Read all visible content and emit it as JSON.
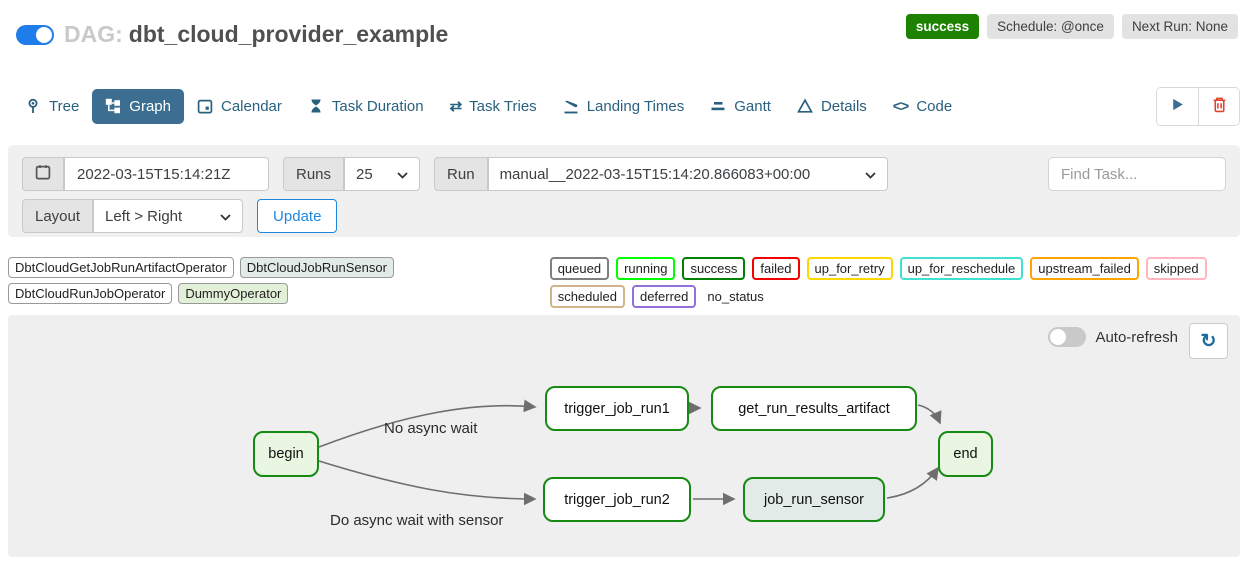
{
  "header": {
    "dag_prefix": "DAG:",
    "dag_name": "dbt_cloud_provider_example",
    "status_badge": "success",
    "status_color": "#1d8102",
    "schedule_badge": "Schedule: @once",
    "next_run_badge": "Next Run: None",
    "dag_toggle_on": true
  },
  "tabs": {
    "items": [
      {
        "label": "Tree"
      },
      {
        "label": "Graph",
        "selected": true
      },
      {
        "label": "Calendar"
      },
      {
        "label": "Task Duration"
      },
      {
        "label": "Task Tries"
      },
      {
        "label": "Landing Times"
      },
      {
        "label": "Gantt"
      },
      {
        "label": "Details"
      },
      {
        "label": "Code"
      }
    ],
    "selected_bg": "#3c6e91"
  },
  "icons": {
    "task_tries_glyph": "⇄",
    "code_glyph": "<>",
    "refresh_glyph": "↻"
  },
  "filters": {
    "base_date": "2022-03-15T15:14:21Z",
    "runs_label": "Runs",
    "runs_value": "25",
    "run_label": "Run",
    "run_value": "manual__2022-03-15T15:14:20.866083+00:00",
    "find_task_placeholder": "Find Task...",
    "layout_label": "Layout",
    "layout_value": "Left > Right",
    "update_label": "Update"
  },
  "legend": {
    "operators": [
      {
        "label": "DbtCloudGetJobRunArtifactOperator",
        "fill": "#ffffff"
      },
      {
        "label": "DbtCloudJobRunSensor",
        "fill": "#e2ebe8"
      },
      {
        "label": "DbtCloudRunJobOperator",
        "fill": "#ffffff"
      },
      {
        "label": "DummyOperator",
        "fill": "#e3f0d8"
      }
    ],
    "statuses": [
      {
        "label": "queued",
        "color": "#808080"
      },
      {
        "label": "running",
        "color": "#00ff00"
      },
      {
        "label": "success",
        "color": "#018101"
      },
      {
        "label": "failed",
        "color": "#f30000"
      },
      {
        "label": "up_for_retry",
        "color": "#ffd700"
      },
      {
        "label": "up_for_reschedule",
        "color": "#40e0d0"
      },
      {
        "label": "upstream_failed",
        "color": "#ffa500"
      },
      {
        "label": "skipped",
        "color": "#ffb6c1"
      },
      {
        "label": "scheduled",
        "color": "#d2b48c"
      },
      {
        "label": "deferred",
        "color": "#9370db"
      },
      {
        "label": "no_status",
        "color": null
      }
    ]
  },
  "graph": {
    "auto_refresh_label": "Auto-refresh",
    "auto_refresh_on": false,
    "node_border_color": "#178a13",
    "nodes": [
      {
        "id": "begin",
        "label": "begin",
        "fill": "#e9f6e1"
      },
      {
        "id": "trigger_job_run1",
        "label": "trigger_job_run1",
        "fill": "#ffffff"
      },
      {
        "id": "get_run_results_artifact",
        "label": "get_run_results_artifact",
        "fill": "#ffffff"
      },
      {
        "id": "trigger_job_run2",
        "label": "trigger_job_run2",
        "fill": "#ffffff"
      },
      {
        "id": "job_run_sensor",
        "label": "job_run_sensor",
        "fill": "#e2ebe8"
      },
      {
        "id": "end",
        "label": "end",
        "fill": "#e9f6e1"
      }
    ],
    "edges": [
      {
        "from": "begin",
        "to": "trigger_job_run1",
        "label": "No async wait"
      },
      {
        "from": "trigger_job_run1",
        "to": "get_run_results_artifact",
        "label": ""
      },
      {
        "from": "get_run_results_artifact",
        "to": "end",
        "label": ""
      },
      {
        "from": "begin",
        "to": "trigger_job_run2",
        "label": "Do async wait with sensor"
      },
      {
        "from": "trigger_job_run2",
        "to": "job_run_sensor",
        "label": ""
      },
      {
        "from": "job_run_sensor",
        "to": "end",
        "label": ""
      }
    ],
    "edge_labels": [
      {
        "text": "No async wait"
      },
      {
        "text": "Do async wait with sensor"
      }
    ]
  }
}
